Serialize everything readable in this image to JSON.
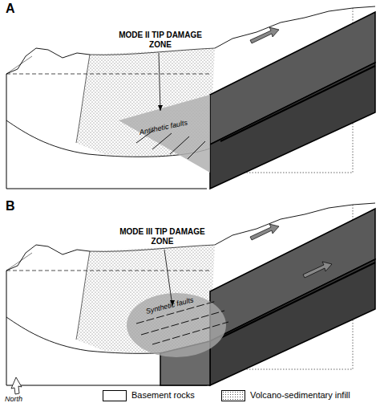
{
  "diagram": {
    "nodes": [
      {
        "text": [
          "MODE II TIP DAMAGE ZONE",
          "Antithetic faults"
        ]
      },
      {
        "text": [
          "MODE III TIP DAMAGE ZONE",
          "Synthetic faults"
        ]
      }
    ],
    "labels": [
      "A",
      "B",
      "North"
    ],
    "legend": [
      {
        "text": "Basement rocks",
        "color": "#ffffff"
      },
      {
        "text": "Volcano-sedimentary infill"
      }
    ]
  }
}
